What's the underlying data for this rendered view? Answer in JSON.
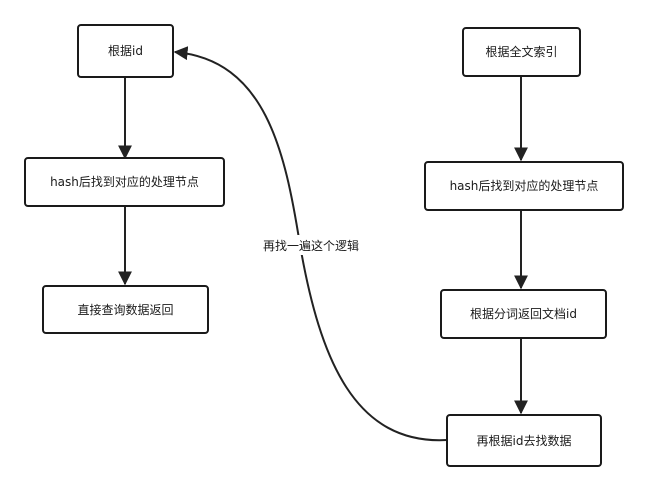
{
  "nodes": {
    "by_id": "根据id",
    "hash_left": "hash后找到对应的处理节点",
    "query_return": "直接查询数据返回",
    "fulltext_index": "根据全文索引",
    "hash_right": "hash后找到对应的处理节点",
    "tokenize_return": "根据分词返回文档id",
    "lookup_by_id": "再根据id去找数据"
  },
  "edges": {
    "repeat_label": "再找一遍这个逻辑"
  }
}
